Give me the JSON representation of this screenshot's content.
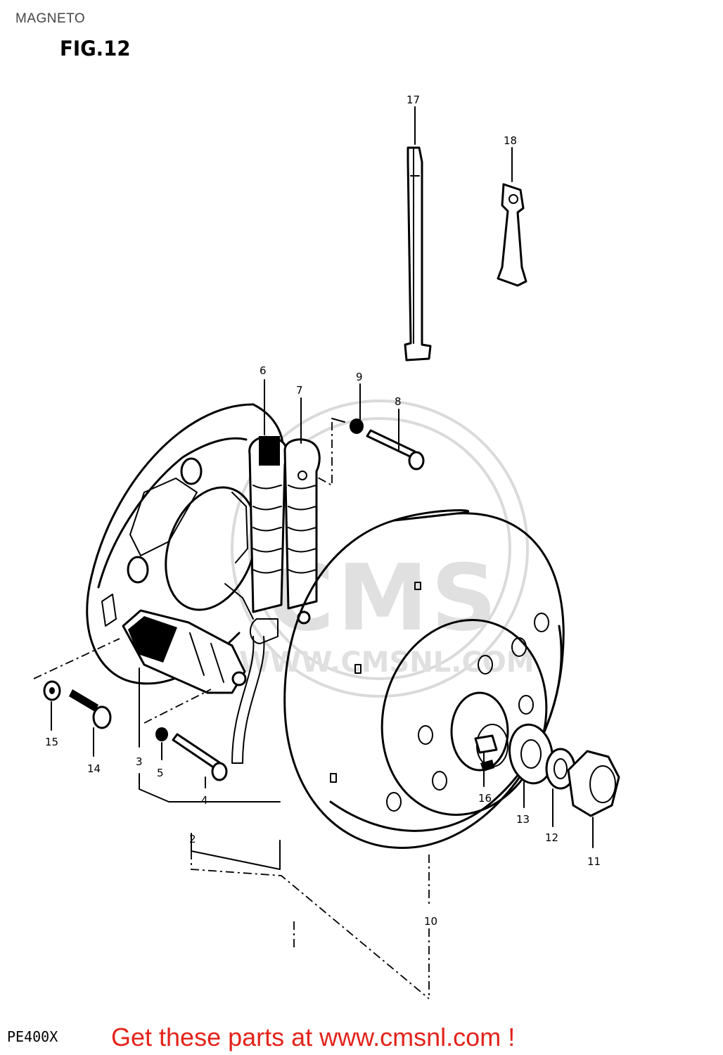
{
  "header": {
    "title": "MAGNETO",
    "figure": "FIG.12"
  },
  "watermark": {
    "brand": "CMS",
    "url": "WWW.CMSNL.COM",
    "color": "#c8c8c8"
  },
  "footer": {
    "model": "PE400X",
    "promo": "Get these parts at www.cmsnl.com !",
    "promo_color": "#e3231b"
  },
  "callouts": [
    "2",
    "3",
    "4",
    "5",
    "6",
    "7",
    "8",
    "9",
    "10",
    "11",
    "12",
    "13",
    "14",
    "15",
    "16",
    "17",
    "18"
  ]
}
